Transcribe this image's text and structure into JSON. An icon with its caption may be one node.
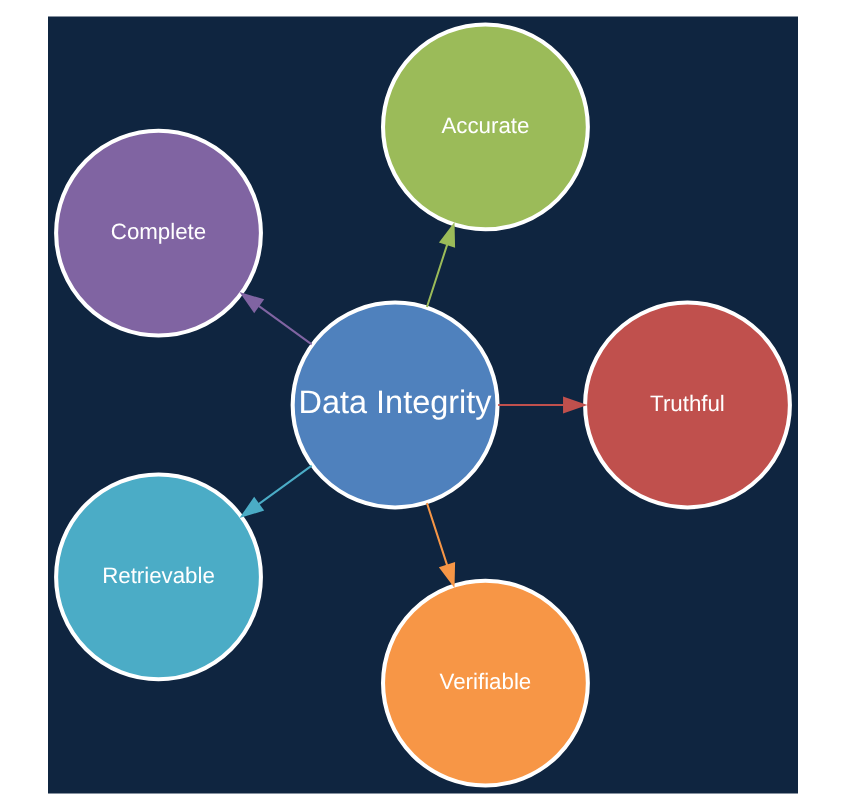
{
  "diagram": {
    "nodes": [
      {
        "text": [
          "Data Integrity"
        ]
      },
      {
        "text": [
          "Truthful"
        ]
      },
      {
        "text": [
          "Accurate"
        ]
      },
      {
        "text": [
          "Complete"
        ]
      },
      {
        "text": [
          "Retrievable"
        ]
      },
      {
        "text": [
          "Verifiable"
        ]
      }
    ],
    "edges": [
      {
        "from": 0,
        "to": 1,
        "arrow": "to",
        "color": "#c0504d"
      },
      {
        "from": 0,
        "to": 2,
        "arrow": "to",
        "color": "#9bbb59"
      },
      {
        "from": 0,
        "to": 3,
        "arrow": "to",
        "color": "#8064a2"
      },
      {
        "from": 0,
        "to": 4,
        "arrow": "to",
        "color": "#4bacc6"
      },
      {
        "from": 0,
        "to": 5,
        "arrow": "to",
        "color": "#f79646"
      }
    ]
  }
}
